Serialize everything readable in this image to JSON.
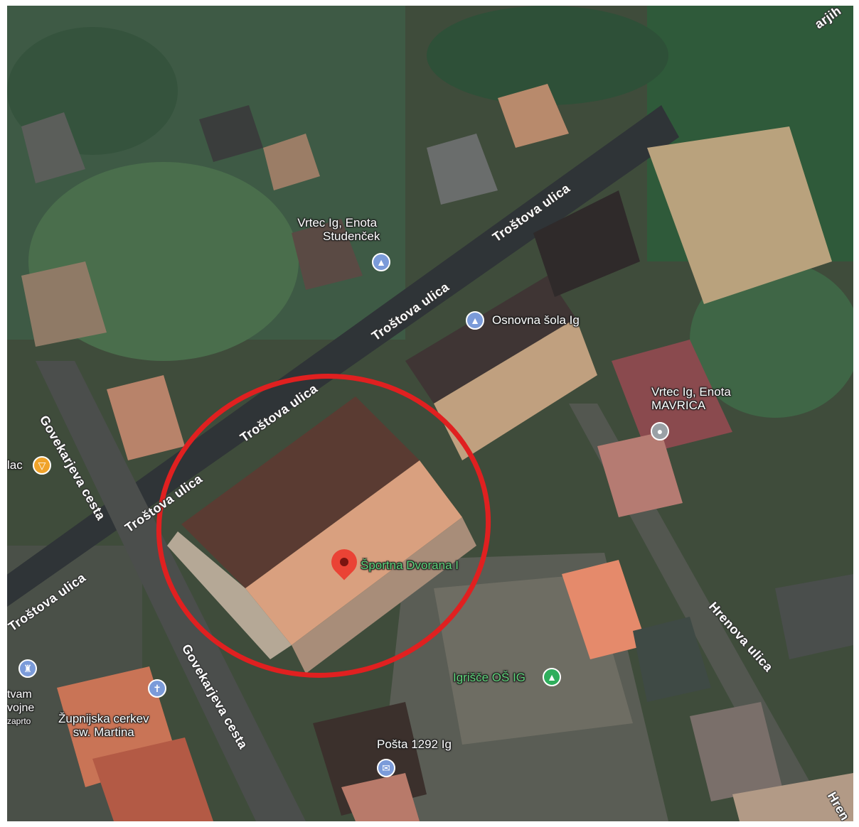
{
  "map": {
    "places": [
      {
        "name": "Vrtec Ig, Enota",
        "name2": "Studenček",
        "icon": "school-icon"
      },
      {
        "name": "Osnovna šola Ig",
        "icon": "school-icon"
      },
      {
        "name": "Vrtec Ig, Enota",
        "name2": "MAVRICA",
        "icon": "place-icon"
      },
      {
        "name": "Športna Dvorana I",
        "icon": "red-pin-icon"
      },
      {
        "name": "Igrišče OŠ IG",
        "icon": "park-icon"
      },
      {
        "name": "Pošta 1292 Ig",
        "icon": "mail-icon"
      },
      {
        "name": "Župnijska cerkev",
        "name2": "sw. Martina",
        "icon": "church-icon"
      },
      {
        "name": "lac",
        "icon": "bar-icon"
      },
      {
        "name": "tvam",
        "name2": "vojne",
        "name3": "zaprto",
        "icon": "chess-icon"
      }
    ],
    "roads": [
      "Troštova ulica",
      "Troštova ulica",
      "Troštova ulica",
      "Troštova ulica",
      "Troštova ulica",
      "Govekarjeva cesta",
      "Govekarjeva cesta",
      "Hrenova ulica",
      "Hren",
      "arjih"
    ],
    "highlight_color": "#e02020"
  }
}
